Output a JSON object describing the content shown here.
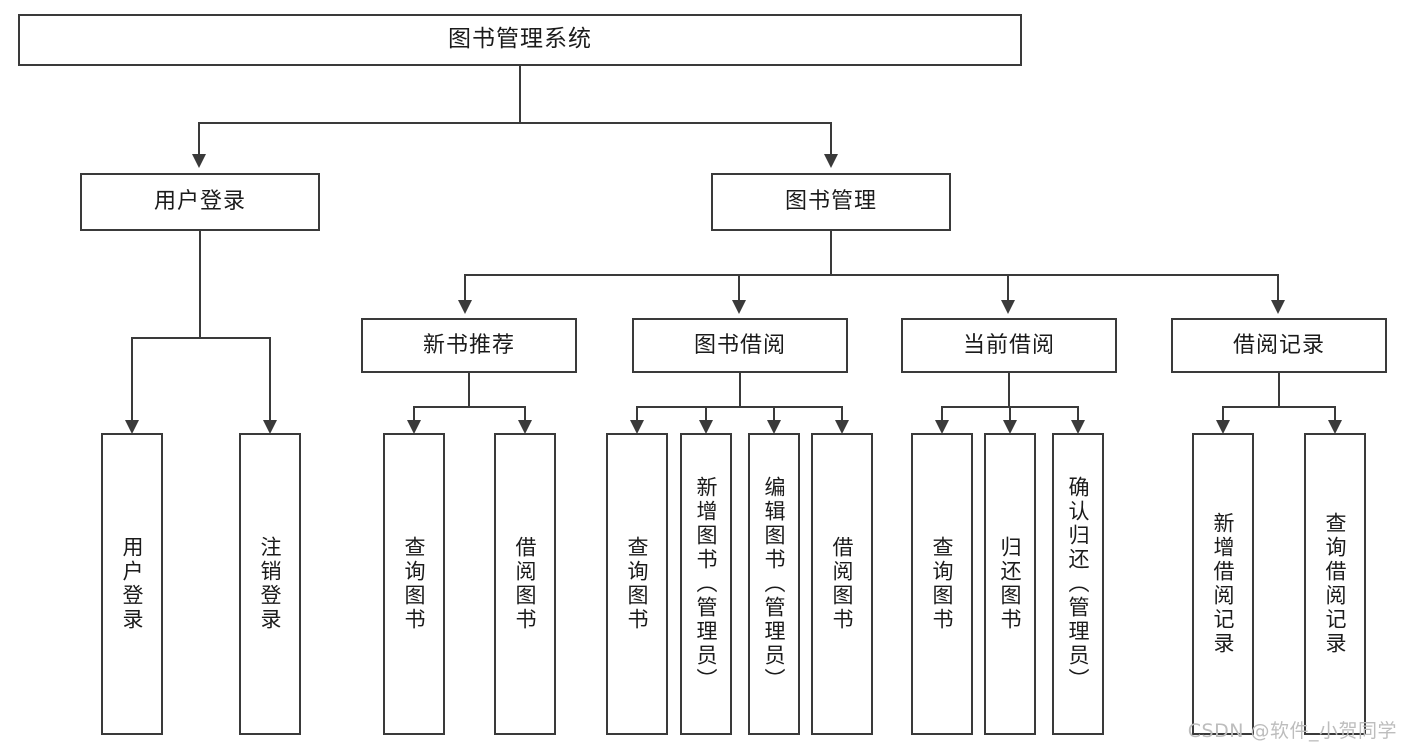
{
  "diagram": {
    "type": "tree",
    "title": "图书管理系统",
    "orientation": "top-down",
    "colors": {
      "box_border": "#3a3a3a",
      "box_fill": "#ffffff",
      "connector": "#3a3a3a",
      "text": "#1b1b1b",
      "watermark": "#bdbdbd",
      "background": "#ffffff"
    },
    "root": {
      "label": "图书管理系统"
    },
    "level2": [
      {
        "label": "用户登录"
      },
      {
        "label": "图书管理"
      }
    ],
    "level3": [
      {
        "label": "新书推荐"
      },
      {
        "label": "图书借阅"
      },
      {
        "label": "当前借阅"
      },
      {
        "label": "借阅记录"
      }
    ],
    "leaves": {
      "user_login": [
        {
          "label": "用户登录"
        },
        {
          "label": "注销登录"
        }
      ],
      "new_book_recommend": [
        {
          "label": "查询图书"
        },
        {
          "label": "借阅图书"
        }
      ],
      "book_borrow": [
        {
          "label": "查询图书"
        },
        {
          "label": "新增图书（管理员）"
        },
        {
          "label": "编辑图书（管理员）"
        },
        {
          "label": "借阅图书"
        }
      ],
      "current_borrow": [
        {
          "label": "查询图书"
        },
        {
          "label": "归还图书"
        },
        {
          "label": "确认归还（管理员）"
        }
      ],
      "borrow_records": [
        {
          "label": "新增借阅记录"
        },
        {
          "label": "查询借阅记录"
        }
      ]
    }
  },
  "watermark": {
    "text": "CSDN @软件_小贺同学"
  }
}
